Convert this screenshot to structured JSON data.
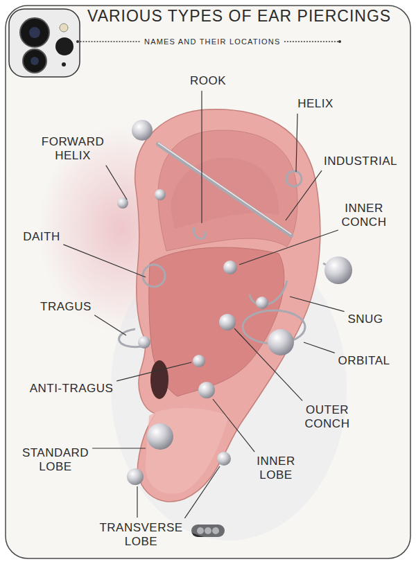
{
  "diagram": {
    "title": "VARIOUS TYPES OF EAR PIERCINGS",
    "labels": [
      "NAMES AND THEIR LOCATIONS",
      "ROOK",
      "HELIX",
      "FORWARD HELIX",
      "INDUSTRIAL",
      "INNER CONCH",
      "DAITH",
      "TRAGUS",
      "SNUG",
      "ORBITAL",
      "ANTI-TRAGUS",
      "OUTER CONCH",
      "STANDARD LOBE",
      "INNER LOBE",
      "TRANSVERSE LOBE"
    ]
  }
}
